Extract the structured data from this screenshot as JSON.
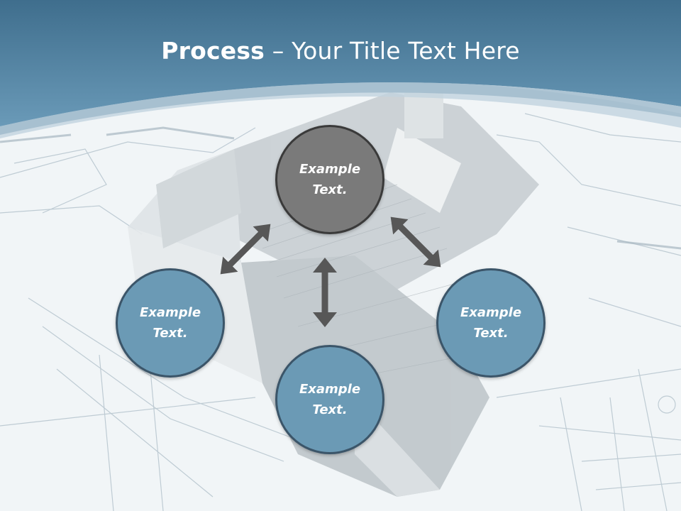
{
  "slide": {
    "title_bold": "Process",
    "title_rest": " – Your Title Text Here",
    "accent_color": "#5f8fae",
    "circles": {
      "top": "Example\nText.",
      "left": "Example\nText.",
      "right": "Example\nText.",
      "bottom": "Example\nText."
    }
  }
}
